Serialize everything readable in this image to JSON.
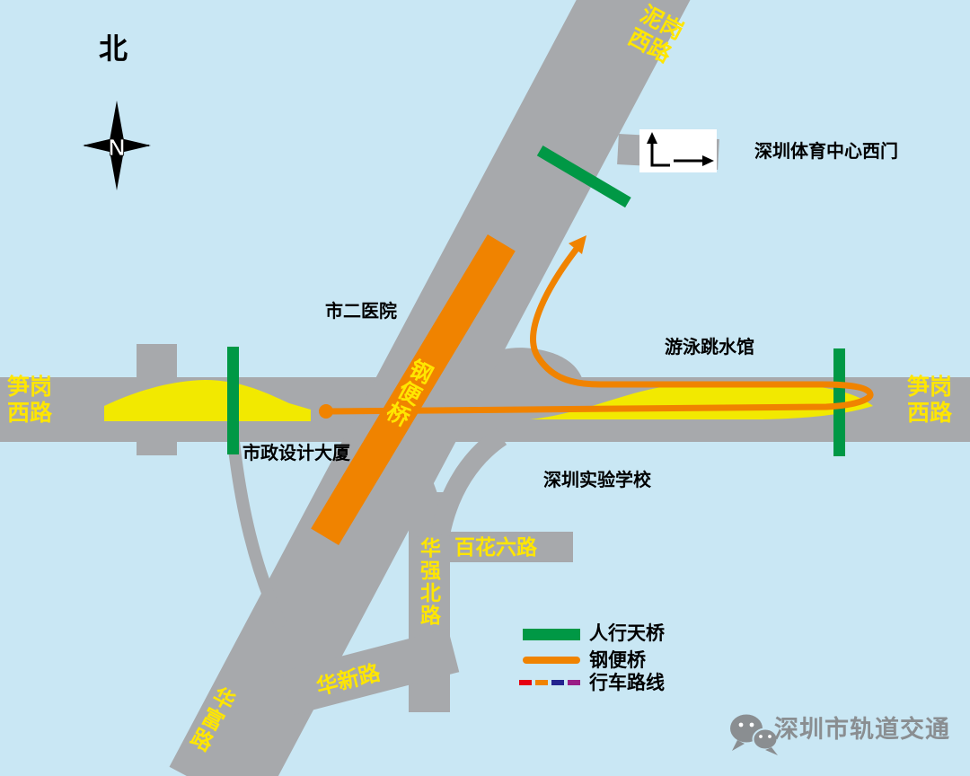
{
  "colors": {
    "background": "#c9e7f4",
    "road_gray": "#a7a9ac",
    "lane_yellow": "#f2e900",
    "bridge_orange": "#f08300",
    "footbridge_green": "#009845",
    "label_yellow": "#ffe600",
    "text_black": "#000000",
    "footer_gray": "#8a8e91",
    "route_red": "#e60012",
    "route_blue": "#23238f",
    "route_purple": "#991d85"
  },
  "compass": {
    "north_char": "北",
    "n_letter": "N"
  },
  "roads": {
    "nigang_line1": "泥岗",
    "nigang_line2": "西路",
    "sungang_line1": "笋岗",
    "sungang_line2": "西路",
    "huafu": "华富路",
    "huaxin": "华新路",
    "huaqiangbei": "华强北路",
    "baihualiu": "百花六路",
    "steel_bridge": "钢便桥"
  },
  "places": {
    "hospital": "市二医院",
    "sports_center_gate": "深圳体育中心西门",
    "swim_hall": "游泳跳水馆",
    "design_tower": "市政设计大厦",
    "school": "深圳实验学校"
  },
  "legend": {
    "footbridge": "人行天桥",
    "steel_bridge": "钢便桥",
    "route": "行车路线"
  },
  "footer": {
    "brand": "深圳市轨道交通"
  }
}
